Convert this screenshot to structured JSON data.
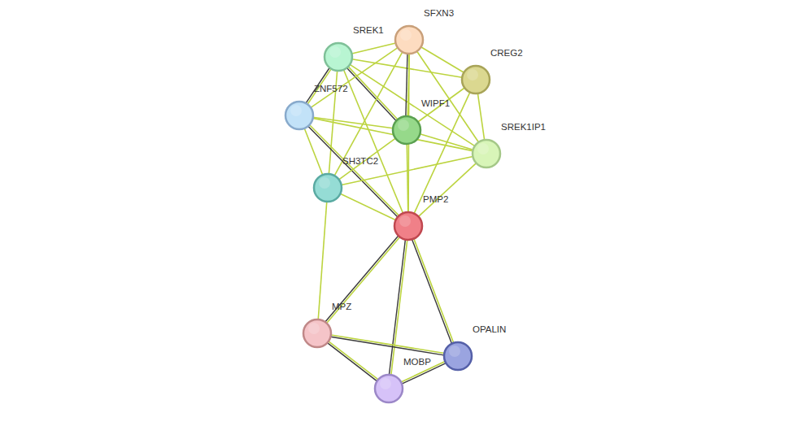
{
  "diagram": {
    "nodes": [
      {
        "text": [
          "SFXN3"
        ]
      },
      {
        "text": [
          "SREK1"
        ]
      },
      {
        "text": [
          "CREG2"
        ]
      },
      {
        "text": [
          "ZNF572"
        ]
      },
      {
        "text": [
          "WIPF1"
        ]
      },
      {
        "text": [
          "SREK1IP1"
        ]
      },
      {
        "text": [
          "SH3TC2"
        ]
      },
      {
        "text": [
          "PMP2"
        ]
      },
      {
        "text": [
          "MPZ"
        ]
      },
      {
        "text": [
          "OPALIN"
        ]
      },
      {
        "text": [
          "MOBP"
        ]
      }
    ],
    "edges": [
      {
        "from": 1,
        "to": 0,
        "arrow": "none"
      },
      {
        "from": 1,
        "to": 2,
        "arrow": "none"
      },
      {
        "from": 1,
        "to": 3,
        "arrow": "none"
      },
      {
        "from": 1,
        "to": 4,
        "arrow": "none"
      },
      {
        "from": 1,
        "to": 5,
        "arrow": "none"
      },
      {
        "from": 1,
        "to": 6,
        "arrow": "none"
      },
      {
        "from": 1,
        "to": 7,
        "arrow": "none"
      },
      {
        "from": 0,
        "to": 3,
        "arrow": "none"
      },
      {
        "from": 0,
        "to": 4,
        "arrow": "none"
      },
      {
        "from": 0,
        "to": 2,
        "arrow": "none"
      },
      {
        "from": 0,
        "to": 5,
        "arrow": "none"
      },
      {
        "from": 0,
        "to": 6,
        "arrow": "none"
      },
      {
        "from": 0,
        "to": 7,
        "arrow": "none"
      },
      {
        "from": 2,
        "to": 4,
        "arrow": "none"
      },
      {
        "from": 2,
        "to": 5,
        "arrow": "none"
      },
      {
        "from": 2,
        "to": 7,
        "arrow": "none"
      },
      {
        "from": 3,
        "to": 4,
        "arrow": "none"
      },
      {
        "from": 3,
        "to": 5,
        "arrow": "none"
      },
      {
        "from": 3,
        "to": 6,
        "arrow": "none"
      },
      {
        "from": 3,
        "to": 7,
        "arrow": "none"
      },
      {
        "from": 4,
        "to": 5,
        "arrow": "none"
      },
      {
        "from": 4,
        "to": 6,
        "arrow": "none"
      },
      {
        "from": 4,
        "to": 7,
        "arrow": "none"
      },
      {
        "from": 5,
        "to": 6,
        "arrow": "none"
      },
      {
        "from": 5,
        "to": 7,
        "arrow": "none"
      },
      {
        "from": 6,
        "to": 7,
        "arrow": "none"
      },
      {
        "from": 6,
        "to": 8,
        "arrow": "none"
      },
      {
        "from": 7,
        "to": 8,
        "arrow": "none"
      },
      {
        "from": 7,
        "to": 9,
        "arrow": "none"
      },
      {
        "from": 7,
        "to": 10,
        "arrow": "none"
      },
      {
        "from": 8,
        "to": 9,
        "arrow": "none"
      },
      {
        "from": 8,
        "to": 10,
        "arrow": "none"
      },
      {
        "from": 10,
        "to": 9,
        "arrow": "none"
      }
    ]
  }
}
